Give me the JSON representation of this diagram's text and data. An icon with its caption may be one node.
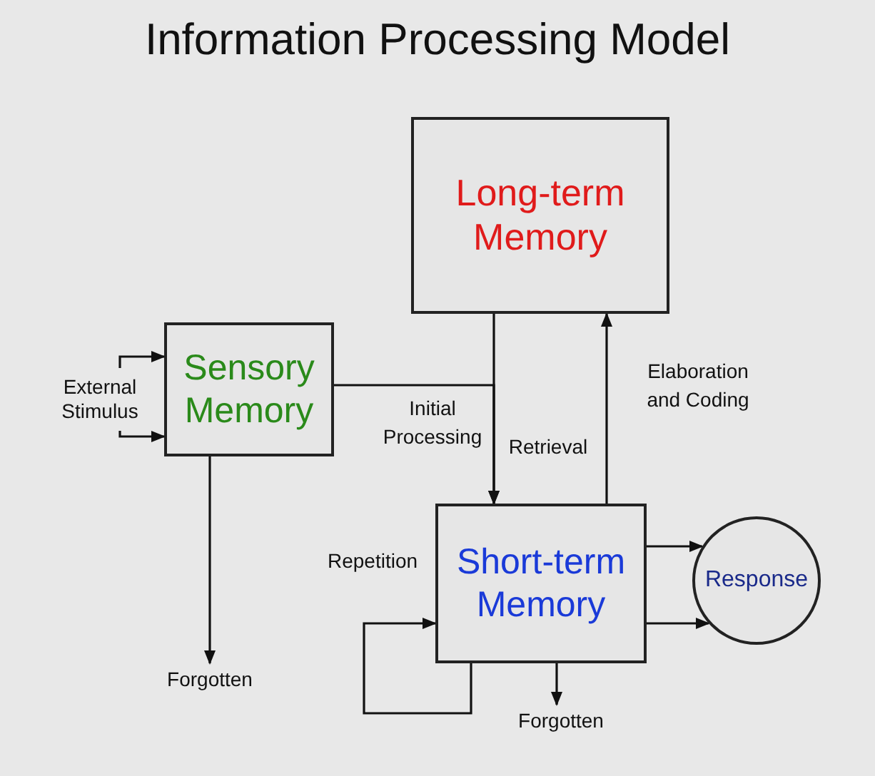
{
  "diagram": {
    "title": "Information Processing Model",
    "nodes": [
      {
        "text": [
          "Long-term Memory"
        ]
      },
      {
        "text": [
          "Sensory Memory"
        ]
      },
      {
        "text": [
          "Short-term Memory"
        ]
      },
      {
        "text": [
          "Response"
        ]
      },
      {
        "text": [
          "Forgotten"
        ]
      },
      {
        "text": [
          "Forgotten"
        ]
      },
      {
        "text": [
          "External Stimulus"
        ]
      }
    ],
    "edges": [
      {
        "from": 6,
        "to": 1,
        "arrow": "to"
      },
      {
        "from": 6,
        "to": 1,
        "arrow": "to"
      },
      {
        "from": 1,
        "to": 2,
        "arrow": "to",
        "label": "Initial Processing"
      },
      {
        "from": 0,
        "to": 2,
        "arrow": "to",
        "label": "Retrieval"
      },
      {
        "from": 2,
        "to": 0,
        "arrow": "to",
        "label": "Elaboration and Coding"
      },
      {
        "from": 1,
        "to": 4,
        "arrow": "to"
      },
      {
        "from": 2,
        "to": 5,
        "arrow": "to"
      },
      {
        "from": 2,
        "to": 3,
        "arrow": "to"
      },
      {
        "from": 2,
        "to": 3,
        "arrow": "to"
      },
      {
        "from": 2,
        "to": 2,
        "arrow": "to",
        "label": "Repetition"
      }
    ]
  }
}
